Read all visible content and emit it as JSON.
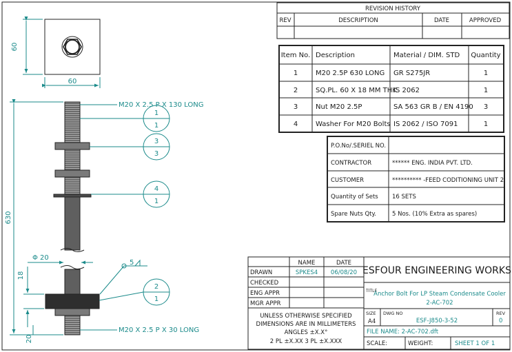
{
  "revision_history": {
    "title": "REVISION HISTORY",
    "headers": [
      "REV",
      "DESCRIPTION",
      "DATE",
      "APPROVED"
    ]
  },
  "bom": {
    "headers": [
      "Item No.",
      "Description",
      "Material / DIM. STD",
      "Quantity"
    ],
    "rows": [
      [
        "1",
        "M20 2.5P 630 LONG",
        "GR S275JR",
        "1"
      ],
      [
        "2",
        "SQ.PL. 60 X 18 MM THK",
        "IS 2062",
        "1"
      ],
      [
        "3",
        "Nut M20 2.5P",
        "SA 563 GR B / EN 4190",
        "3"
      ],
      [
        "4",
        "Washer For M20 Bolts",
        "IS 2062 / ISO 7091",
        "1"
      ]
    ]
  },
  "order_info": {
    "rows": [
      [
        "P.O.No/.SERIEL NO.",
        ""
      ],
      [
        "CONTRACTOR",
        "****** ENG. INDIA PVT. LTD."
      ],
      [
        "CUSTOMER",
        "********** -FEED CODITIONING UNIT 2"
      ],
      [
        "Quantity of Sets",
        "16 SETS"
      ],
      [
        "Spare Nuts Qty.",
        "5 Nos. (10% Extra as spares)"
      ]
    ]
  },
  "title_block": {
    "name_header": "NAME",
    "date_header": "DATE",
    "drawn_label": "DRAWN",
    "drawn_name": "SPKES4",
    "drawn_date": "06/08/20",
    "checked_label": "CHECKED",
    "eng_appr_label": "ENG APPR",
    "mgr_appr_label": "MGR APPR",
    "tolerance_note": [
      "UNLESS OTHERWISE SPECIFIED",
      "DIMENSIONS ARE IN MILLIMETERS",
      "ANGLES ±X.X°",
      "2 PL ±X.XX 3 PL ±X.XXX"
    ],
    "company": "ESFOUR ENGINEERING WORKS",
    "title_label": "TITLE",
    "title_line1": "Anchor Bolt For LP Steam Condensate Cooler",
    "title_line2": "2-AC-702",
    "size_label": "SIZE",
    "size_value": "A4",
    "dwg_no_label": "DWG NO",
    "dwg_no_value": "ESF-J850-3-52",
    "rev_label": "REV",
    "rev_value": "0",
    "file_name": "FILE NAME: 2-AC-702.dft",
    "scale_label": "SCALE:",
    "weight_label": "WEIGHT:",
    "sheet": "SHEET 1 OF 1"
  },
  "drawing": {
    "dim_top_width": "60",
    "dim_top_height": "60",
    "thread_top_note": "M20 X 2.5  P X 130 LONG",
    "thread_bottom_note": "M20 X 2.5  P X 30 LONG",
    "dim_total_length": "630",
    "dim_diameter": "Φ 20",
    "dim_plate_thk": "18",
    "dim_bottom_proj": "20",
    "weld_size": "5",
    "balloons": [
      {
        "item": "1",
        "qty": "1"
      },
      {
        "item": "3",
        "qty": "3"
      },
      {
        "item": "4",
        "qty": "1"
      },
      {
        "item": "2",
        "qty": "1"
      }
    ]
  }
}
